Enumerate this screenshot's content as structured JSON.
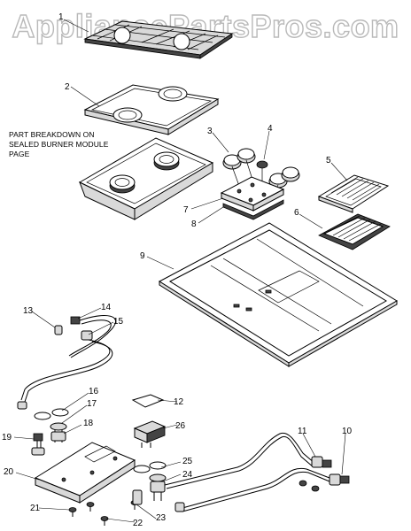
{
  "watermark": "AppliancePartsPros.com",
  "note_lines": [
    "PART BREAKDOWN ON",
    "SEALED BURNER MODULE",
    "PAGE"
  ],
  "callouts": [
    "1",
    "2",
    "3",
    "4",
    "5",
    "6",
    "7",
    "8",
    "9",
    "10",
    "11",
    "12",
    "13",
    "14",
    "15",
    "16",
    "17",
    "18",
    "19",
    "20",
    "21",
    "22",
    "23",
    "24",
    "25",
    "26"
  ]
}
